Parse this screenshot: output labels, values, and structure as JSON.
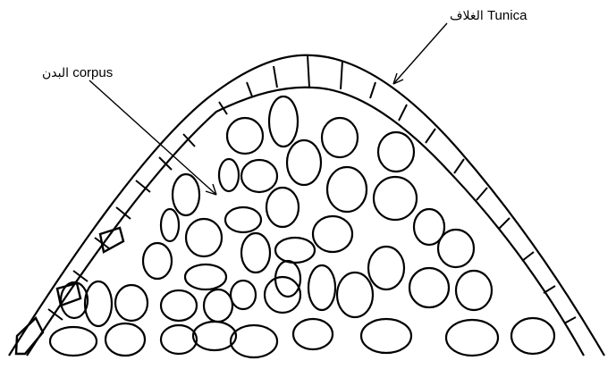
{
  "labels": {
    "tunica": {
      "english": "Tunica",
      "arabic": "الغلاف"
    },
    "corpus": {
      "english": "corpus",
      "arabic": "البدن"
    }
  },
  "colors": {
    "stroke": "#000000",
    "background": "#ffffff"
  }
}
